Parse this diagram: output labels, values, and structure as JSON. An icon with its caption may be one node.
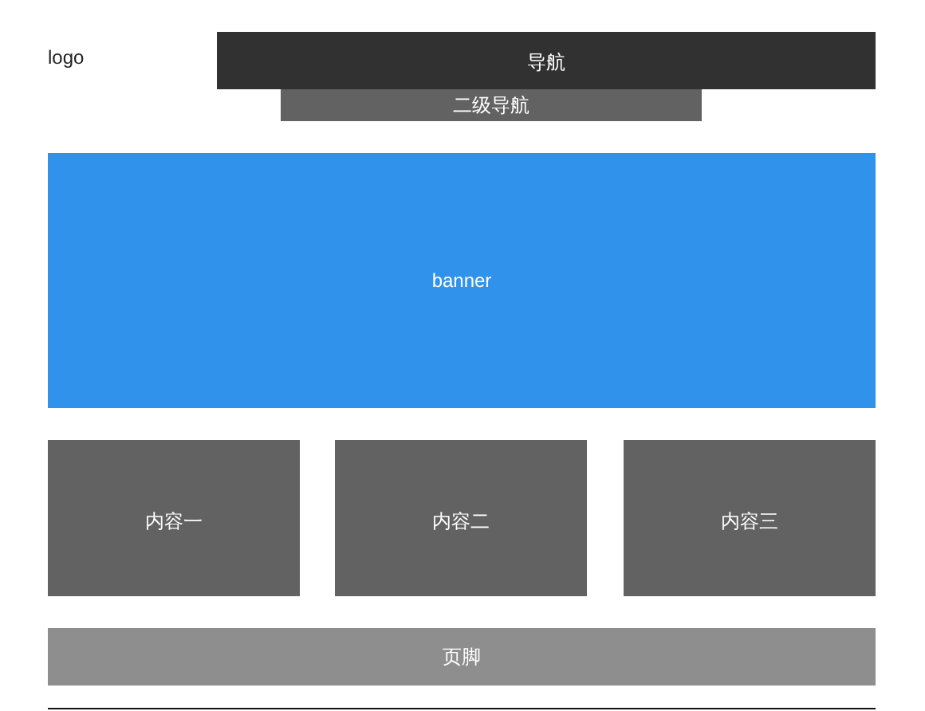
{
  "diagram": {
    "nodes": [
      {
        "text": [
          "导航"
        ]
      },
      {
        "text": [
          "二级导航"
        ]
      },
      {
        "text": [
          "banner"
        ]
      },
      {
        "text": [
          "内容一"
        ]
      },
      {
        "text": [
          "内容二"
        ]
      },
      {
        "text": [
          "内容三"
        ]
      },
      {
        "text": [
          "页脚"
        ]
      }
    ],
    "labels": [
      "logo"
    ]
  }
}
